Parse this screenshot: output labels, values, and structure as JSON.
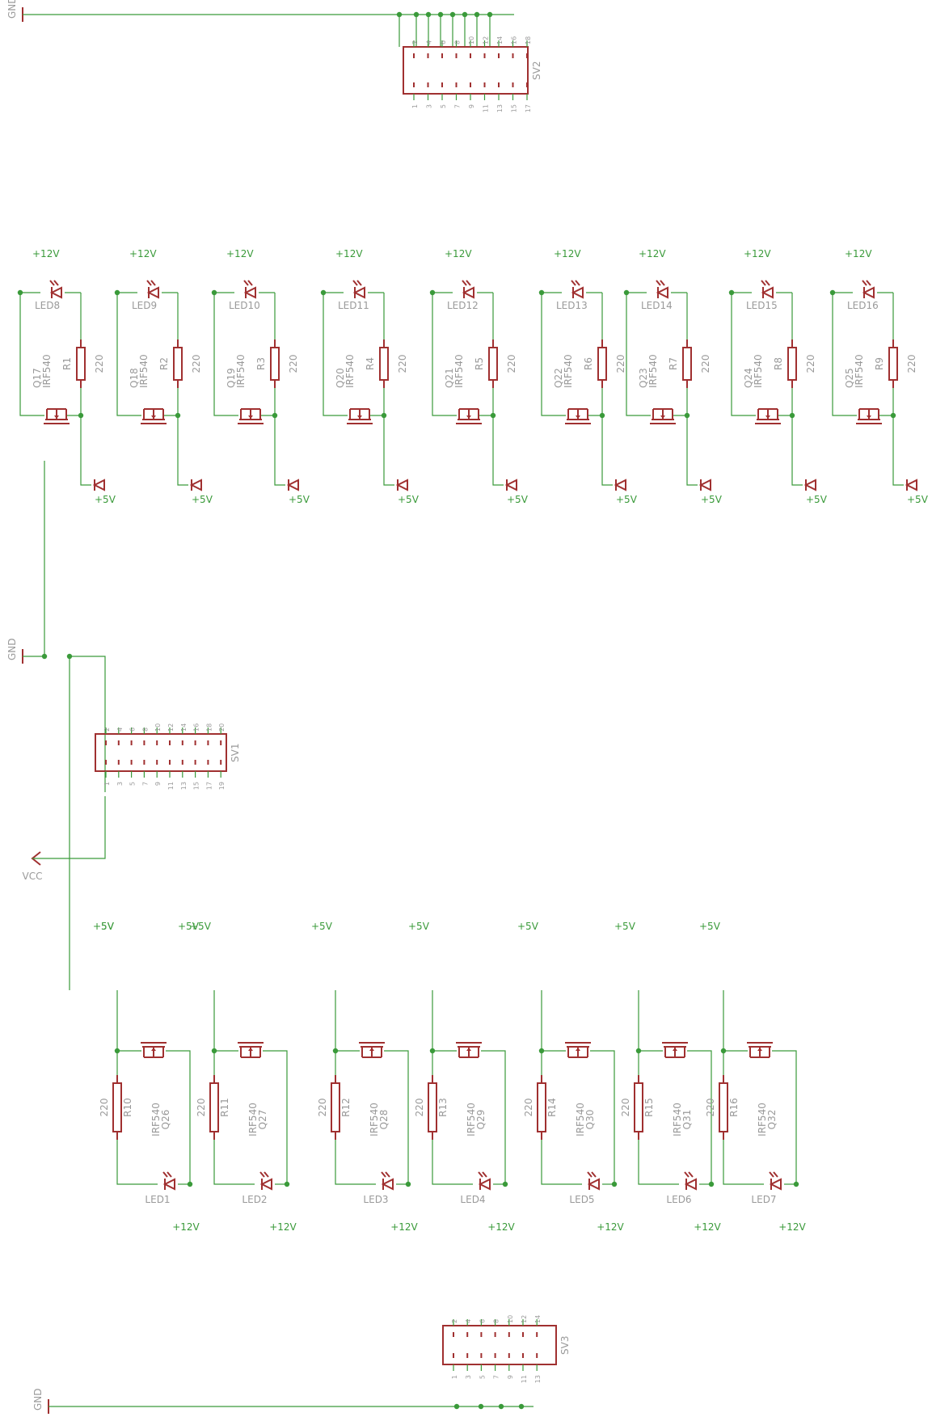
{
  "colors": {
    "wire": "#3a9a3a",
    "part": "#a03030",
    "label": "#9a9a9a",
    "background": "#ffffff"
  },
  "nets": {
    "gnd": "GND",
    "vcc": "VCC",
    "v12": "+12V",
    "v5": "+5V"
  },
  "connectors": {
    "sv1": {
      "name": "SV1",
      "top_pins": [
        "2",
        "4",
        "6",
        "8",
        "10",
        "12",
        "14",
        "16",
        "18",
        "20"
      ],
      "bottom_pins": [
        "1",
        "3",
        "5",
        "7",
        "9",
        "11",
        "13",
        "15",
        "17",
        "19"
      ]
    },
    "sv2": {
      "name": "SV2",
      "top_pins": [
        "2",
        "4",
        "6",
        "8",
        "10",
        "12",
        "14",
        "16",
        "18"
      ],
      "bottom_pins": [
        "1",
        "3",
        "5",
        "7",
        "9",
        "11",
        "13",
        "15",
        "17"
      ]
    },
    "sv3": {
      "name": "SV3",
      "top_pins": [
        "2",
        "4",
        "6",
        "8",
        "10",
        "12",
        "14"
      ],
      "bottom_pins": [
        "1",
        "3",
        "5",
        "7",
        "9",
        "11",
        "13"
      ]
    }
  },
  "top_channels": [
    {
      "led": "LED8",
      "res": "R1",
      "q": "Q17"
    },
    {
      "led": "LED9",
      "res": "R2",
      "q": "Q18"
    },
    {
      "led": "LED10",
      "res": "R3",
      "q": "Q19"
    },
    {
      "led": "LED11",
      "res": "R4",
      "q": "Q20"
    },
    {
      "led": "LED12",
      "res": "R5",
      "q": "Q21"
    },
    {
      "led": "LED13",
      "res": "R6",
      "q": "Q22"
    },
    {
      "led": "LED14",
      "res": "R7",
      "q": "Q23"
    },
    {
      "led": "LED15",
      "res": "R8",
      "q": "Q24"
    },
    {
      "led": "LED16",
      "res": "R9",
      "q": "Q25"
    }
  ],
  "bottom_channels": [
    {
      "led": "LED1",
      "res": "R10",
      "q": "Q26"
    },
    {
      "led": "LED2",
      "res": "R11",
      "q": "Q27"
    },
    {
      "led": "LED3",
      "res": "R12",
      "q": "Q28"
    },
    {
      "led": "LED4",
      "res": "R13",
      "q": "Q29"
    },
    {
      "led": "LED5",
      "res": "R14",
      "q": "Q30"
    },
    {
      "led": "LED6",
      "res": "R15",
      "q": "Q31"
    },
    {
      "led": "LED7",
      "res": "R16",
      "q": "Q32"
    }
  ],
  "component_values": {
    "resistor": "220",
    "mosfet": "IRF540"
  }
}
